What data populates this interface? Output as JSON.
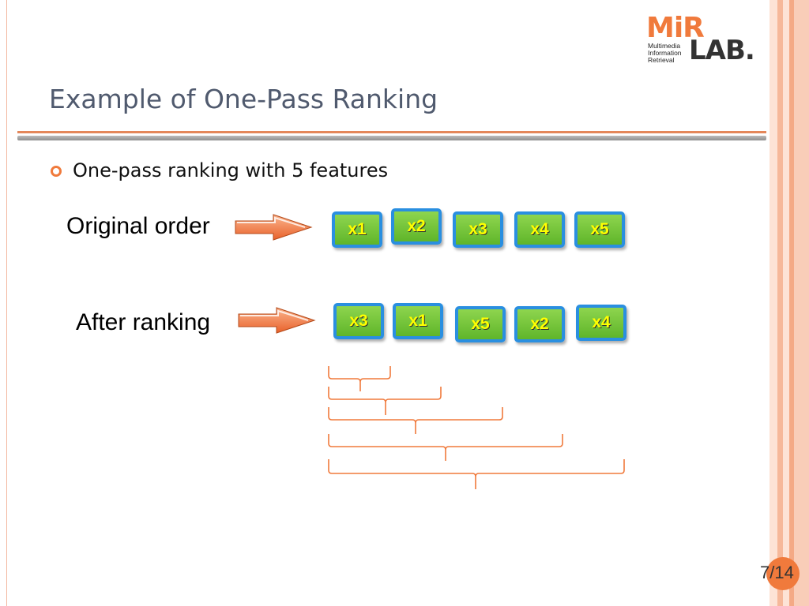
{
  "logo": {
    "mir": "MiR",
    "subtitle_lines": [
      "Multimedia",
      "Information",
      "Retrieval"
    ],
    "lab": "LAB."
  },
  "slide": {
    "title": "Example of One-Pass Ranking",
    "bullet": "One-pass ranking with 5 features",
    "rows": [
      {
        "label": "Original order",
        "boxes": [
          "x1",
          "x2",
          "x3",
          "x4",
          "x5"
        ]
      },
      {
        "label": "After ranking",
        "boxes": [
          "x3",
          "x1",
          "x5",
          "x2",
          "x4"
        ]
      }
    ],
    "page": "7/14"
  },
  "colors": {
    "accent": "#f07a3c",
    "box_fill": "#7acb3f",
    "box_border": "#2a8fe0",
    "box_text": "#ffff00",
    "title": "#505a6e"
  }
}
